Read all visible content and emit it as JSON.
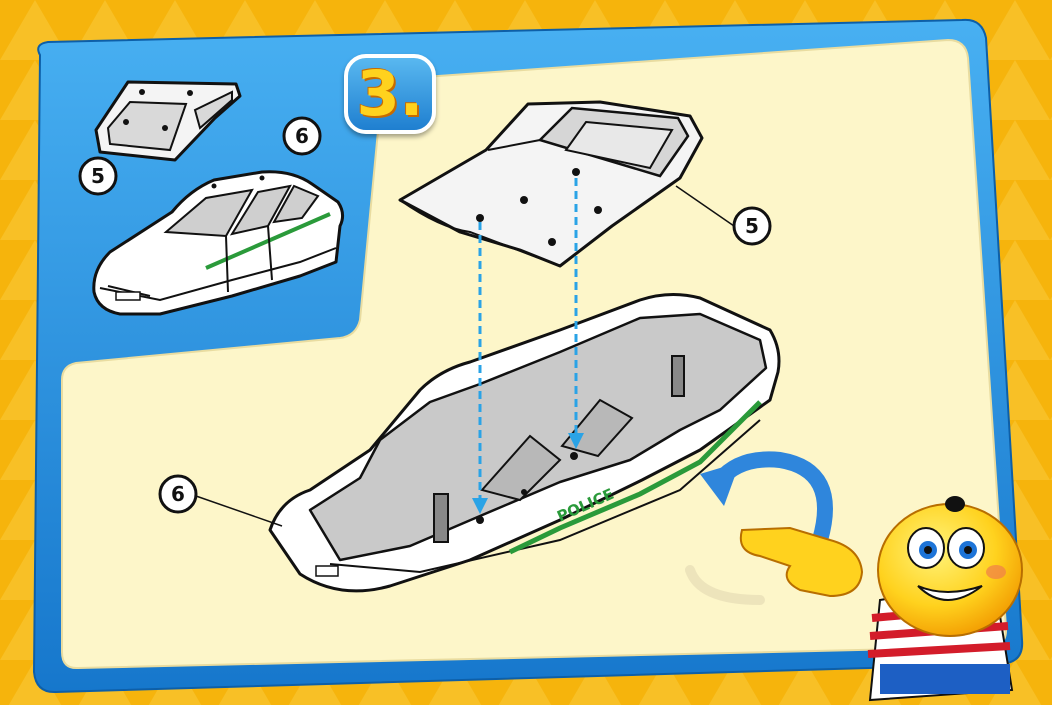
{
  "step": {
    "label": "3."
  },
  "part_labels": {
    "top_inset": "5",
    "bottom_inset": "6",
    "roof": "5",
    "body": "6"
  },
  "body_text": {
    "police": "POLICE"
  },
  "icons": {
    "rotate": "curved-rotate-arrow-icon",
    "mascot": "mascot-character"
  },
  "colors": {
    "frame": "#1f8ede",
    "panel": "#fdf6c9",
    "inset": "#2e97e4",
    "arrow": "#2aa3e6",
    "background": "#f6b40c"
  }
}
